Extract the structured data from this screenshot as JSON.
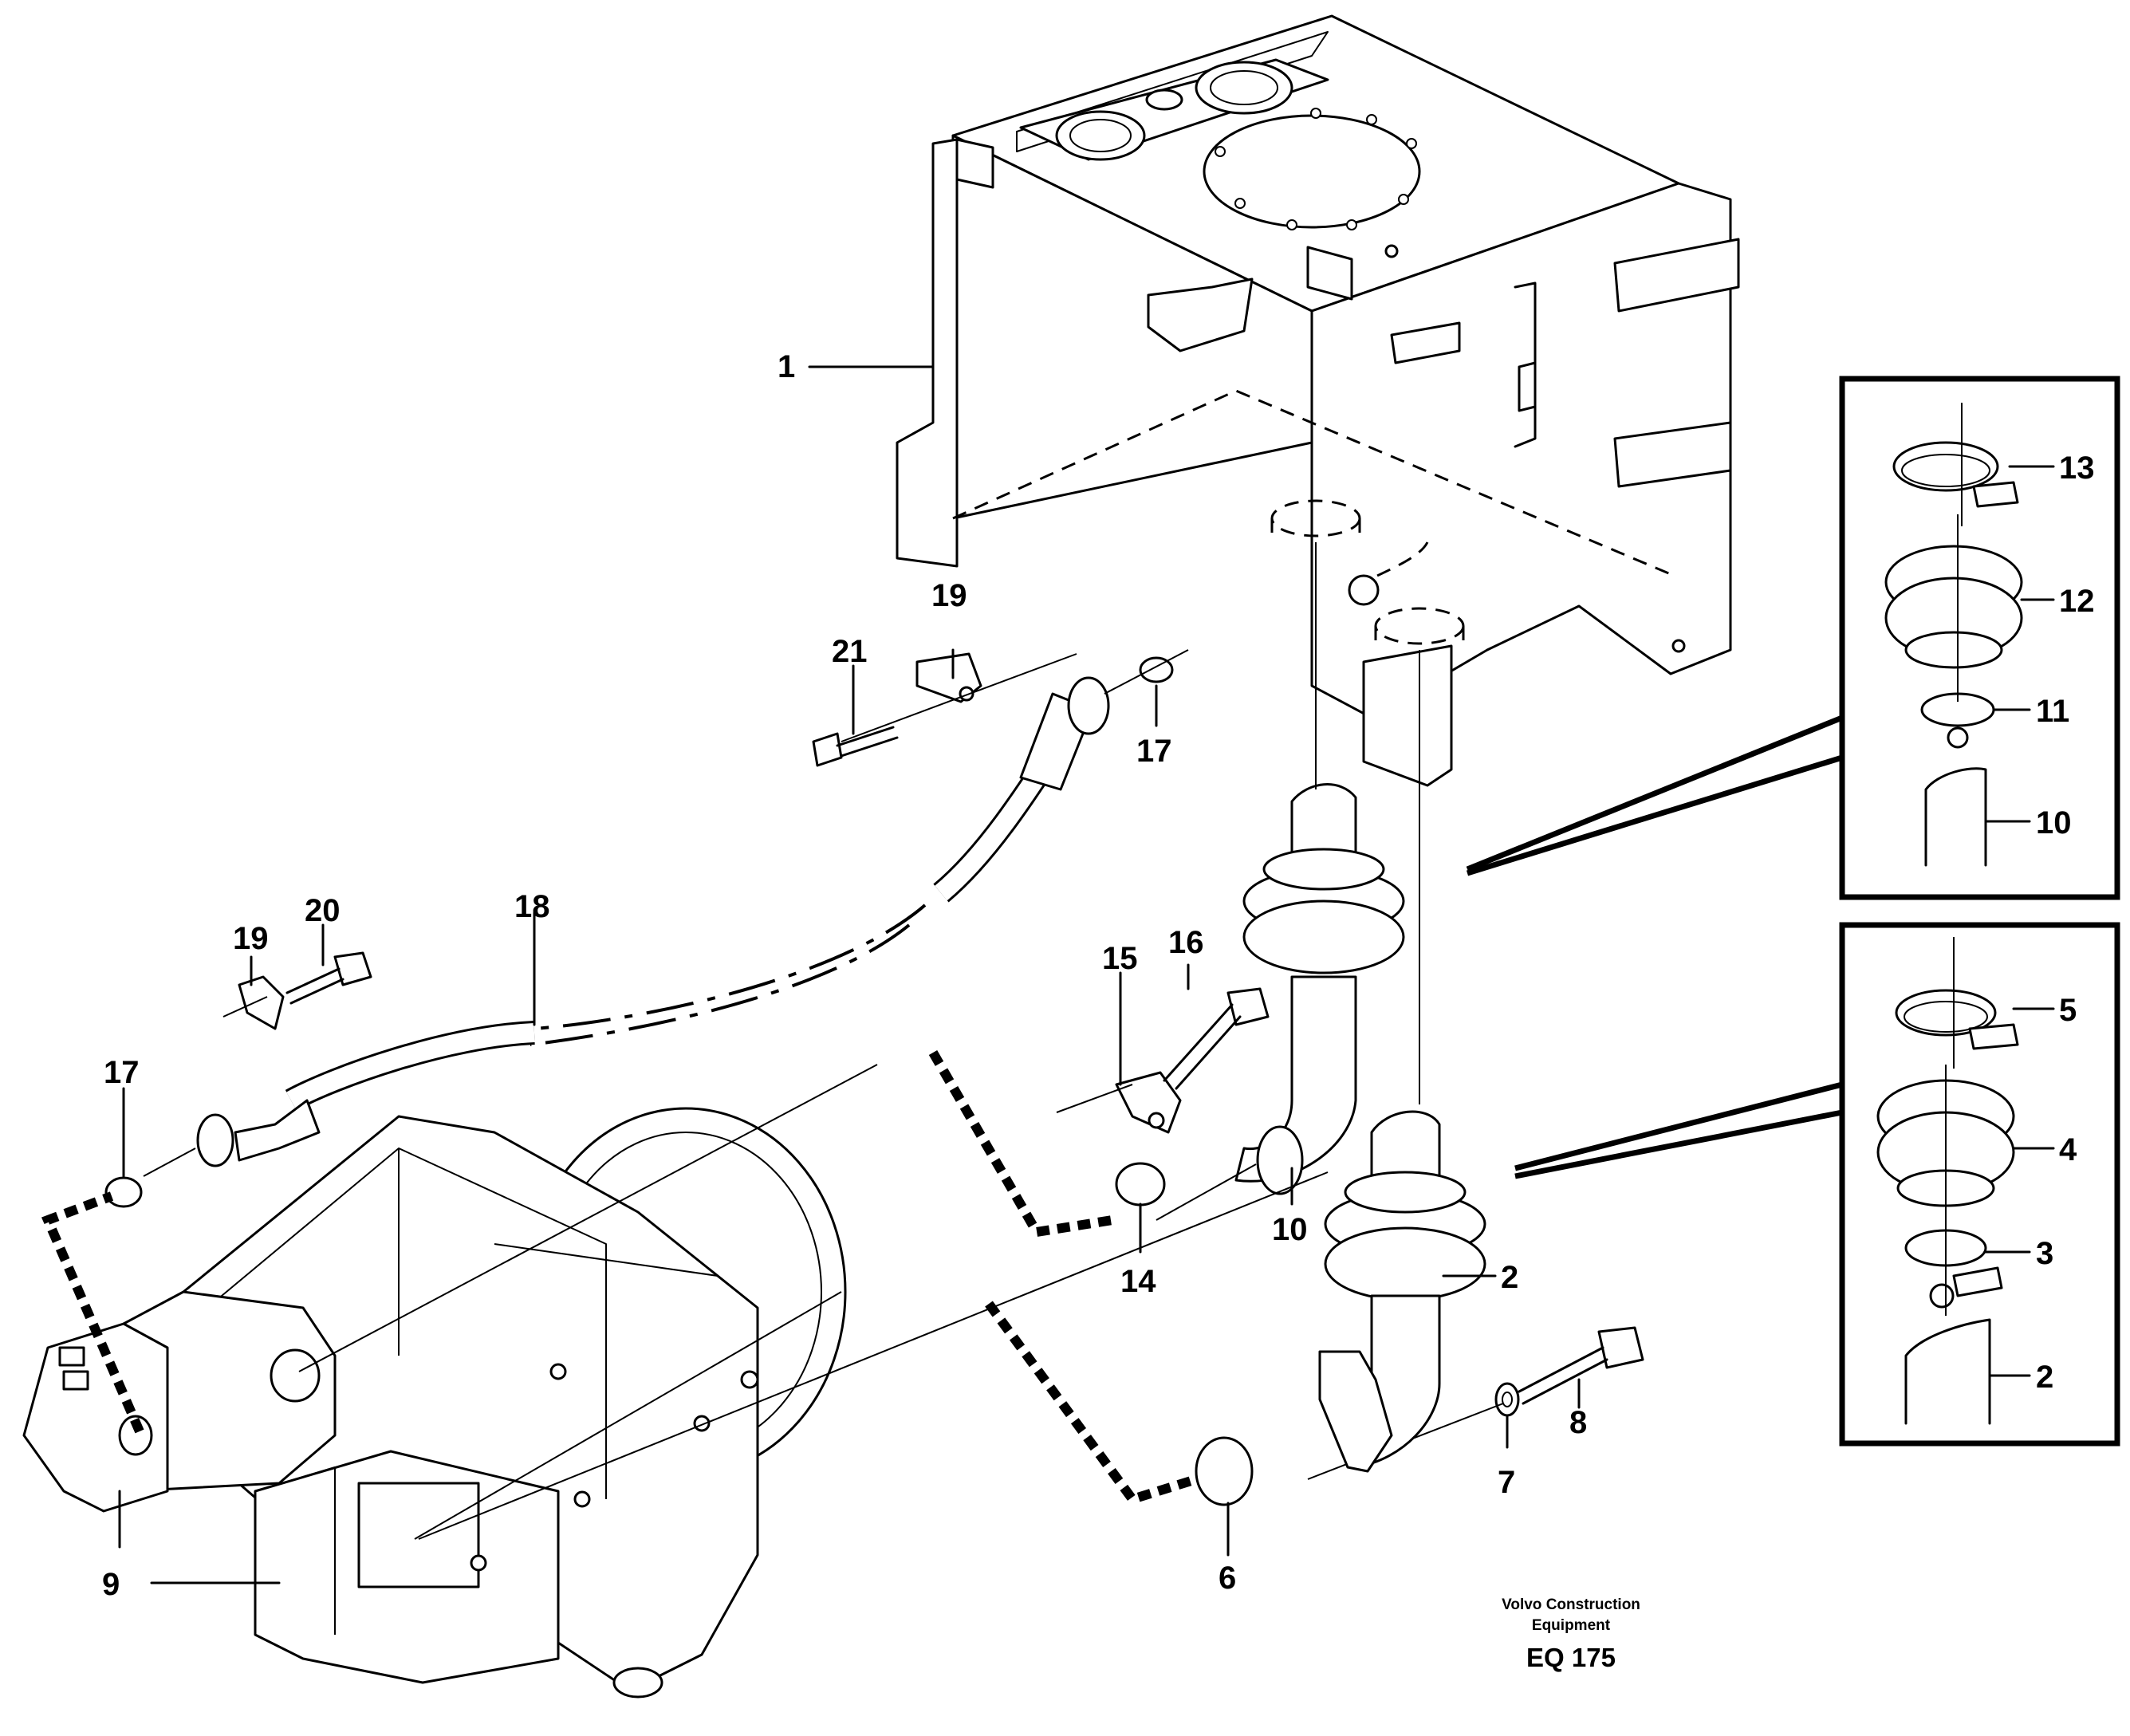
{
  "diagram": {
    "callouts": {
      "c1": "1",
      "c2a": "2",
      "c2b": "2",
      "c3": "3",
      "c4": "4",
      "c5": "5",
      "c6": "6",
      "c7": "7",
      "c8": "8",
      "c9": "9",
      "c10a": "10",
      "c10b": "10",
      "c11": "11",
      "c12": "12",
      "c13": "13",
      "c14": "14",
      "c15": "15",
      "c16": "16",
      "c17a": "17",
      "c17b": "17",
      "c18": "18",
      "c19a": "19",
      "c19b": "19",
      "c20": "20",
      "c21": "21"
    },
    "footer": {
      "company_line1": "Volvo Construction",
      "company_line2": "Equipment",
      "code": "EQ 175"
    }
  }
}
